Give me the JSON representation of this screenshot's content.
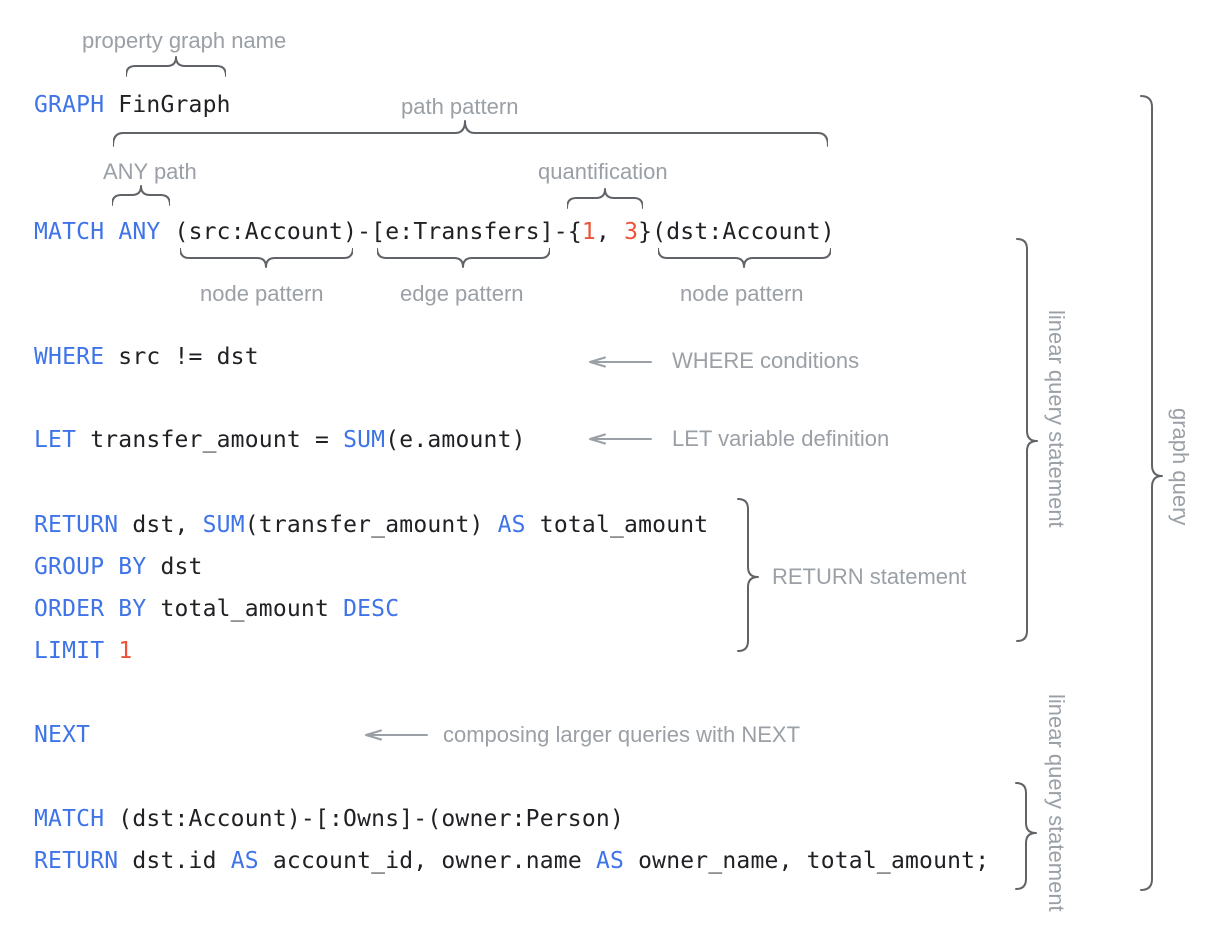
{
  "colors": {
    "kw": "#3f74e8",
    "code": "#202124",
    "num": "#ed5338",
    "label": "#9aa0a6",
    "brace": "#606367",
    "arrow": "#9aa0a6"
  },
  "query": {
    "graph": [
      {
        "t": "GRAPH",
        "k": "kw"
      },
      {
        "t": " FinGraph",
        "k": "pl"
      }
    ],
    "match1": [
      {
        "t": "MATCH",
        "k": "kw"
      },
      {
        "t": " ",
        "k": "pl"
      },
      {
        "t": "ANY",
        "k": "kw"
      },
      {
        "t": " (src:Account)-[e:Transfers]-{",
        "k": "pl"
      },
      {
        "t": "1",
        "k": "num"
      },
      {
        "t": ", ",
        "k": "pl"
      },
      {
        "t": "3",
        "k": "num"
      },
      {
        "t": "}(dst:Account)",
        "k": "pl"
      }
    ],
    "where1": [
      {
        "t": "WHERE",
        "k": "kw"
      },
      {
        "t": " src != dst",
        "k": "pl"
      }
    ],
    "let1": [
      {
        "t": "LET",
        "k": "kw"
      },
      {
        "t": " transfer_amount = ",
        "k": "pl"
      },
      {
        "t": "SUM",
        "k": "kw"
      },
      {
        "t": "(e.amount)",
        "k": "pl"
      }
    ],
    "return1": [
      {
        "t": "RETURN",
        "k": "kw"
      },
      {
        "t": " dst, ",
        "k": "pl"
      },
      {
        "t": "SUM",
        "k": "kw"
      },
      {
        "t": "(transfer_amount) ",
        "k": "pl"
      },
      {
        "t": "AS",
        "k": "kw"
      },
      {
        "t": " total_amount",
        "k": "pl"
      }
    ],
    "group1": [
      {
        "t": "GROUP BY",
        "k": "kw"
      },
      {
        "t": " dst",
        "k": "pl"
      }
    ],
    "order1": [
      {
        "t": "ORDER BY",
        "k": "kw"
      },
      {
        "t": " total_amount ",
        "k": "pl"
      },
      {
        "t": "DESC",
        "k": "kw"
      }
    ],
    "limit1": [
      {
        "t": "LIMIT",
        "k": "kw"
      },
      {
        "t": " ",
        "k": "pl"
      },
      {
        "t": "1",
        "k": "num"
      }
    ],
    "next1": [
      {
        "t": "NEXT",
        "k": "kw"
      }
    ],
    "match2": [
      {
        "t": "MATCH",
        "k": "kw"
      },
      {
        "t": " (dst:Account)-[:Owns]-(owner:Person)",
        "k": "pl"
      }
    ],
    "return2": [
      {
        "t": "RETURN",
        "k": "kw"
      },
      {
        "t": " dst.id ",
        "k": "pl"
      },
      {
        "t": "AS",
        "k": "kw"
      },
      {
        "t": " account_id, owner.name ",
        "k": "pl"
      },
      {
        "t": "AS",
        "k": "kw"
      },
      {
        "t": " owner_name, total_amount;",
        "k": "pl"
      }
    ]
  },
  "annotations": {
    "property_graph_name": "property graph name",
    "path_pattern": "path pattern",
    "any_path": "ANY path",
    "quantification": "quantification",
    "node_pattern_left": "node pattern",
    "edge_pattern": "edge pattern",
    "node_pattern_right": "node pattern",
    "where_conditions": "WHERE conditions",
    "let_variable_definition": "LET variable definition",
    "return_statement": "RETURN statement",
    "composing_next": "composing larger queries with NEXT",
    "linear_query_statement_top": "linear query statement",
    "linear_query_statement_bottom": "linear query statement",
    "graph_query": "graph query"
  }
}
